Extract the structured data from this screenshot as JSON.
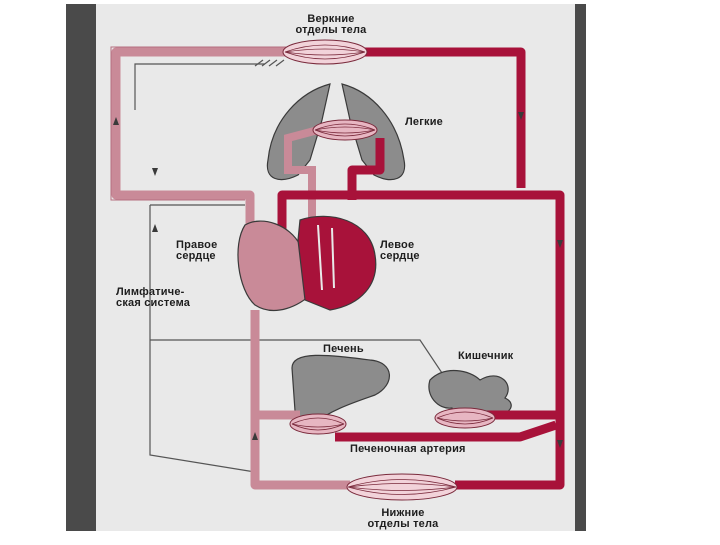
{
  "labels": {
    "upper_body": [
      "Веркние",
      "отделы тела"
    ],
    "lungs": "Легкие",
    "right_heart": [
      "Правое",
      "сердце"
    ],
    "left_heart": [
      "Левое",
      "сердце"
    ],
    "lymphatic": [
      "Лимфатиче-",
      "ская система"
    ],
    "liver": "Печень",
    "intestine": "Кишечник",
    "hepatic_artery": "Печеночная артерия",
    "lower_body": [
      "Нижние",
      "отделы тела"
    ]
  },
  "colors": {
    "arterial": "#a8123a",
    "venous": "#c98a98",
    "organ": "#8c8c8c",
    "outline": "#3a3a3a",
    "side_band": "#4a4a4a",
    "paper": "#e9e9e9"
  }
}
